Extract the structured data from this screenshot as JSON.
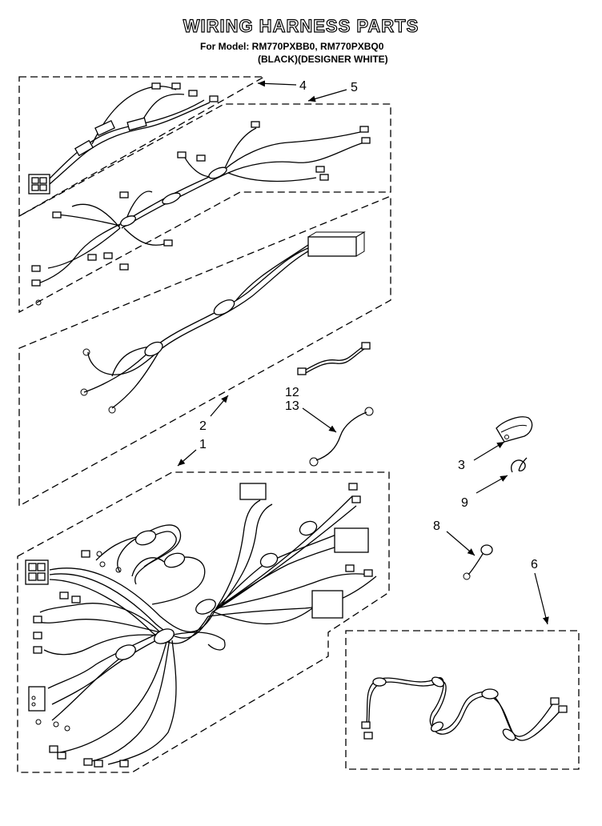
{
  "header": {
    "title": "WIRING HARNESS PARTS",
    "model_line": "For Model: RM770PXBB0, RM770PXBQ0",
    "color_line": "(BLACK)(DESIGNER WHITE)"
  },
  "callouts": {
    "c1": "1",
    "c2": "2",
    "c3": "3",
    "c4": "4",
    "c5": "5",
    "c6": "6",
    "c8": "8",
    "c9": "9",
    "c12": "12",
    "c13": "13"
  }
}
